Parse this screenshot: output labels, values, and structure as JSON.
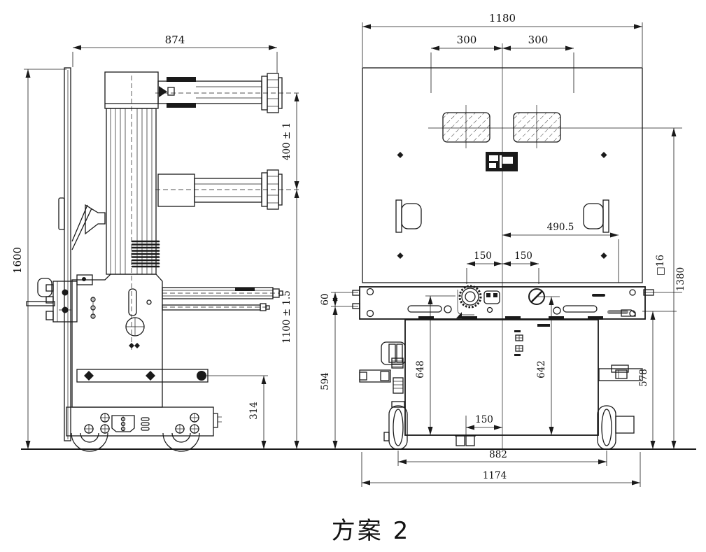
{
  "title": "方案 2",
  "drawing": {
    "background": "#ffffff",
    "line_color": "#1a1a1a"
  },
  "side_view": {
    "overall_width": "874",
    "overall_height": "1600",
    "terminal_spacing": "400 ± 1",
    "terminal_height": "1100 ± 1.5",
    "bar_height": "314"
  },
  "front_view": {
    "overall_width": "1180",
    "spacing_left": "300",
    "spacing_right": "300",
    "offset_right": "490.5",
    "slot_left": "150",
    "slot_right": "150",
    "pin_gap": "60",
    "left_height": "594",
    "box_left_height": "648",
    "box_right_height": "642",
    "right_height": "578",
    "overall_height": "1380",
    "square_pin": "□16",
    "bottom_offset": "150",
    "wheel_span": "882",
    "base_width": "1174"
  }
}
